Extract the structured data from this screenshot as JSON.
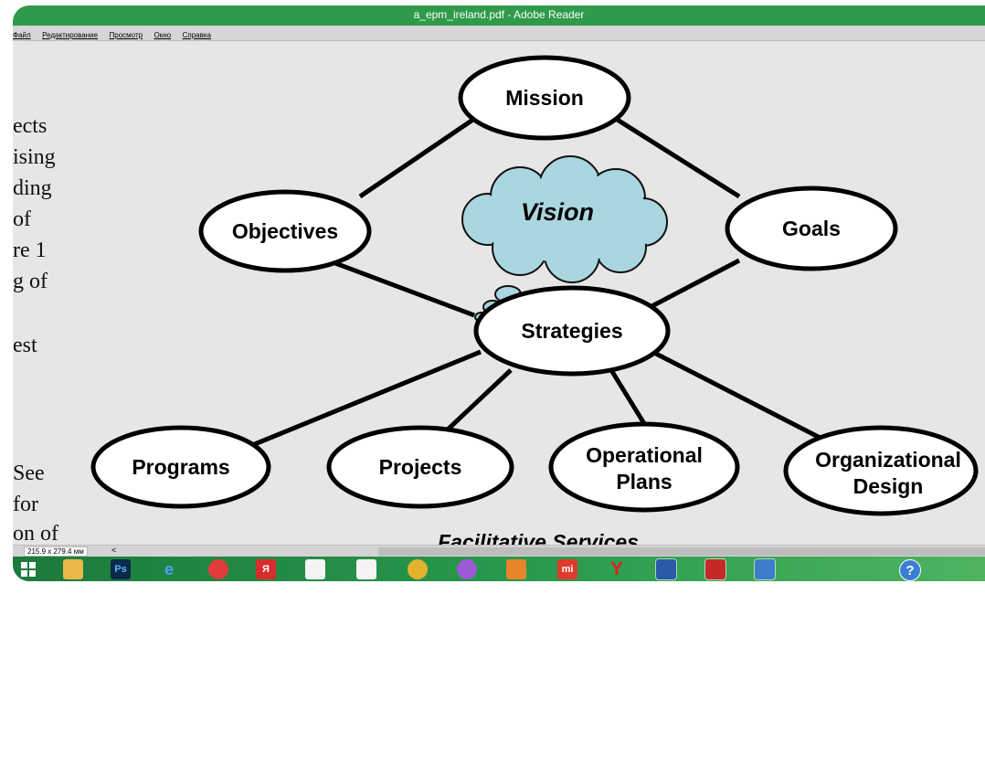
{
  "window": {
    "title": "a_epm_ireland.pdf - Adobe Reader"
  },
  "menu": [
    "Файл",
    "Редактирование",
    "Просмотр",
    "Окно",
    "Справка"
  ],
  "page_text_left": [
    "ects",
    "ising",
    "ding",
    "of",
    "re 1",
    "g of",
    "",
    "est",
    "",
    "",
    "",
    "See",
    "for",
    "on of"
  ],
  "diagram": {
    "mission": "Mission",
    "vision": "Vision",
    "objectives": "Objectives",
    "goals": "Goals",
    "strategies": "Strategies",
    "programs": "Programs",
    "projects": "Projects",
    "operational_line1": "Operational",
    "operational_line2": "Plans",
    "organizational_line1": "Organizational",
    "organizational_line2": "Design",
    "footer": "Facilitative Services"
  },
  "statusbar": {
    "page_size": "215.9 x 279.4 мм",
    "scroll_left": "<"
  },
  "taskbar": {
    "icons": [
      "start-icon",
      "explorer-icon",
      "photoshop-icon",
      "ie-icon",
      "media-player-icon",
      "yandex-browser-icon",
      "blank-doc-icon",
      "blank-doc-icon",
      "chrome-icon",
      "itunes-icon",
      "notes-icon",
      "xiaomi-icon",
      "yandex-icon",
      "word-icon",
      "acrobat-icon",
      "control-panel-icon"
    ],
    "labels": {
      "photoshop": "Ps",
      "yandex": "Я",
      "xiaomi": "mi",
      "help": "?"
    }
  }
}
